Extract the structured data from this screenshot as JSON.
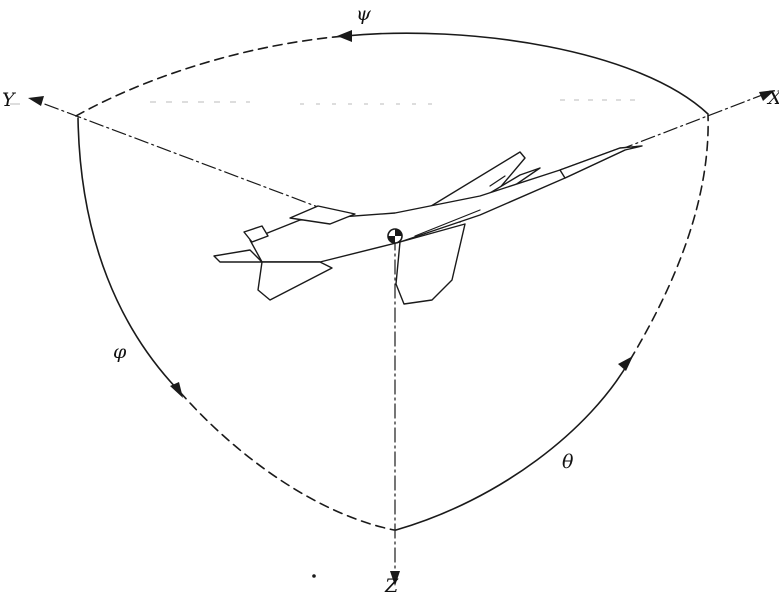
{
  "labels": {
    "x_axis": "X",
    "y_axis": "Y",
    "z_axis": "Z",
    "psi": "ψ",
    "phi": "φ",
    "theta": "θ"
  },
  "icons": {
    "aircraft": "fighter-jet-icon",
    "center_of_gravity": "cg-symbol-icon"
  },
  "colors": {
    "ink": "#1a1a1a",
    "background": "#ffffff"
  }
}
